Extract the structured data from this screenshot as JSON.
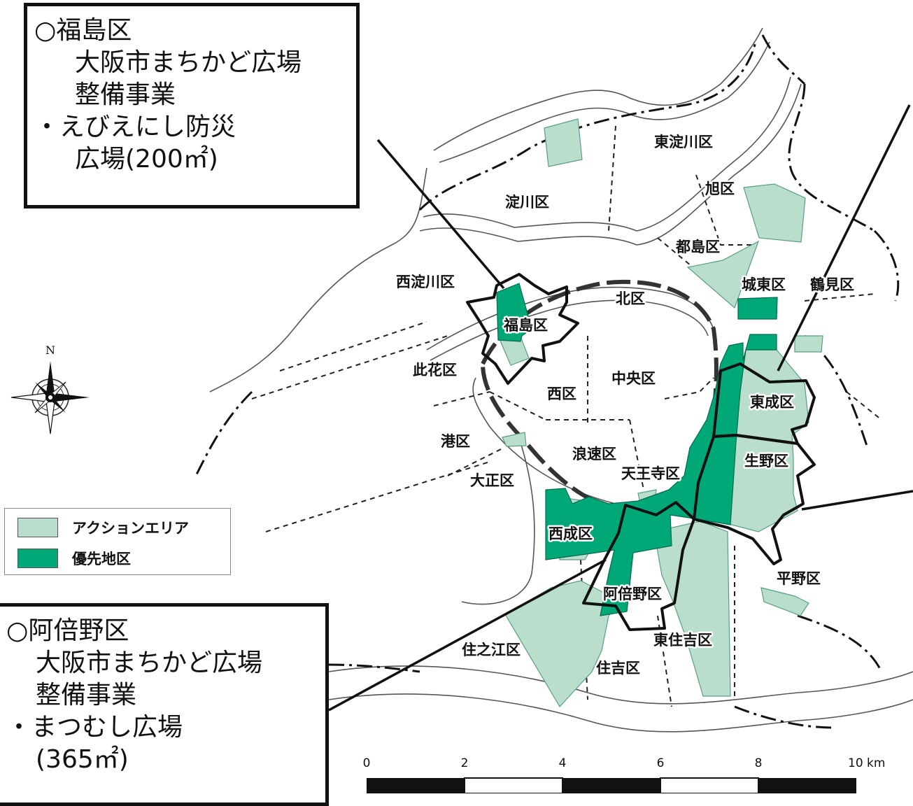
{
  "colors": {
    "action_area": "#b9decb",
    "priority_district": "#00a878",
    "outline": "#111111"
  },
  "wards": {
    "higashiyodogawa": "東淀川区",
    "yodogawa": "淀川区",
    "asahi": "旭区",
    "miyakojima": "都島区",
    "nishiyodogawa": "西淀川区",
    "joto": "城東区",
    "tsurumi": "鶴見区",
    "kita": "北区",
    "fukushima": "福島区",
    "konohana": "此花区",
    "chuo": "中央区",
    "nishi": "西区",
    "higashinari": "東成区",
    "minato": "港区",
    "naniwa": "浪速区",
    "ikuno": "生野区",
    "tennoji": "天王寺区",
    "taisho": "大正区",
    "nishinari": "西成区",
    "hirano": "平野区",
    "abeno": "阿倍野区",
    "suminoe": "住之江区",
    "higashisumiyoshi": "東住吉区",
    "sumiyoshi": "住吉区"
  },
  "legend": {
    "action_area": "アクションエリア",
    "priority_district": "優先地区"
  },
  "compass": {
    "north": "N"
  },
  "scale": {
    "t0": "0",
    "t2": "2",
    "t4": "4",
    "t6": "6",
    "t8": "8",
    "t10": "10 km"
  },
  "callout_fukushima": {
    "line1": "○福島区",
    "line2": "大阪市まちかど広場",
    "line3": "整備事業",
    "line4": "・えびえにし防災",
    "line5": "広場(200㎡)"
  },
  "callout_abeno": {
    "line1": "○阿倍野区",
    "line2": "大阪市まちかど広場",
    "line3": "整備事業",
    "line4": "・まつむし広場",
    "line5": "(365㎡)"
  }
}
